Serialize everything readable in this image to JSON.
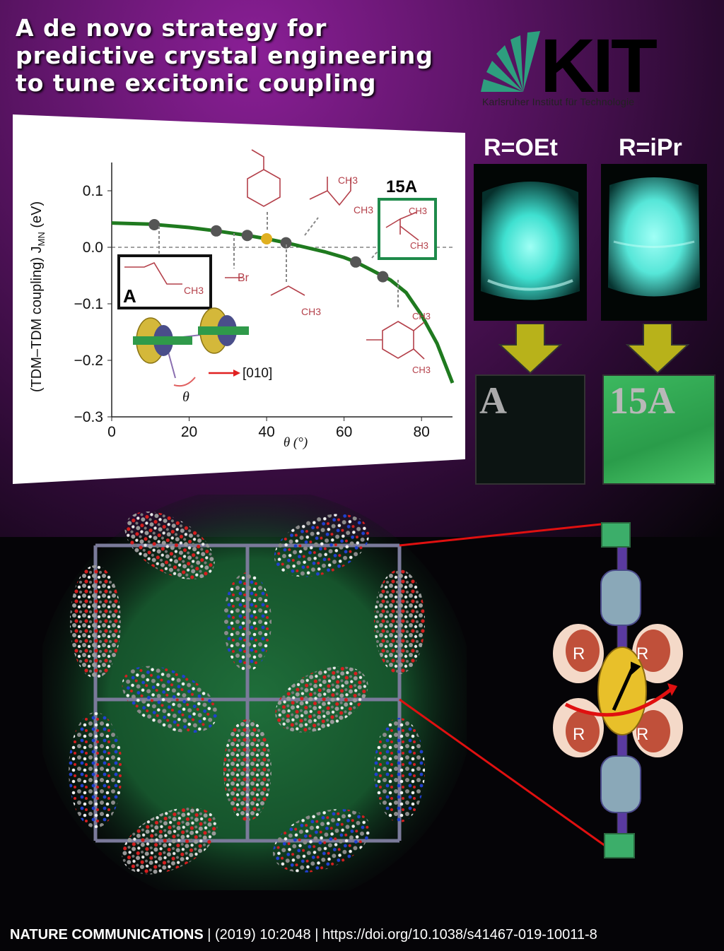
{
  "headline": {
    "line1": "A de novo strategy for",
    "line2": "predictive crystal engineering",
    "line3": "to tune excitonic coupling"
  },
  "logo": {
    "text": "KIT",
    "subtitle": "Karlsruher Institut für Technologie",
    "color": "#2e9e7e"
  },
  "plot": {
    "ylabel": "(TDM–TDM coupling) J",
    "ylabel_sub": "MN",
    "ylabel_unit": " (eV)",
    "xlabel": "θ (°)",
    "yticks": [
      "0.1",
      "0.0",
      "−0.1",
      "−0.2",
      "−0.3"
    ],
    "xticks": [
      "0",
      "20",
      "40",
      "60",
      "80"
    ],
    "box_a_label": "A",
    "box_15a_label": "15A",
    "direction_label": "[010]",
    "theta_symbol": "θ",
    "substituent_labels": {
      "ch3_a": "CH3",
      "br": "Br",
      "ch3_ethyl": "CH3",
      "ch3_top1": "CH3",
      "ch3_top2": "CH3",
      "ch3_15a_1": "CH3",
      "ch3_15a_2": "CH3",
      "ch3_mes_1": "CH3",
      "ch3_mes_2": "CH3"
    }
  },
  "chart_data": {
    "type": "line",
    "xlabel": "θ (°)",
    "ylabel": "(TDM–TDM coupling) J_MN (eV)",
    "xlim": [
      0,
      88
    ],
    "ylim": [
      -0.3,
      0.15
    ],
    "curve": {
      "x": [
        0,
        10,
        20,
        27,
        35,
        40,
        45,
        50,
        55,
        60,
        63,
        67,
        72,
        76,
        80,
        84,
        88
      ],
      "y": [
        0.043,
        0.041,
        0.035,
        0.029,
        0.021,
        0.015,
        0.008,
        0.0,
        -0.008,
        -0.018,
        -0.026,
        -0.04,
        -0.058,
        -0.08,
        -0.12,
        -0.17,
        -0.24
      ]
    },
    "points": {
      "x": [
        11,
        27,
        35,
        40,
        45,
        63,
        70
      ],
      "y": [
        0.04,
        0.029,
        0.021,
        0.015,
        0.008,
        -0.026,
        -0.052
      ],
      "highlight_index": 3
    },
    "dashed_zero_line": 0.0,
    "colors": {
      "curve": "#1f7a1f",
      "point": "#555555",
      "highlight": "#e0b020"
    }
  },
  "vials": {
    "left_label": "R=OEt",
    "right_label": "R=iPr",
    "glow_color": "#3fe0d0"
  },
  "films": {
    "left_label": "A",
    "right_label": "15A",
    "left_color": "#0c1412",
    "right_color": "#2fa858",
    "arrow_color": "#b8b21a"
  },
  "diagram": {
    "r1": "R",
    "r2": "R",
    "r3": "R",
    "r4": "R"
  },
  "footer": {
    "journal": "NATURE COMMUNICATIONS",
    "citation": " | (2019) 10:2048 | https://doi.org/10.1038/s41467-019-10011-8"
  }
}
